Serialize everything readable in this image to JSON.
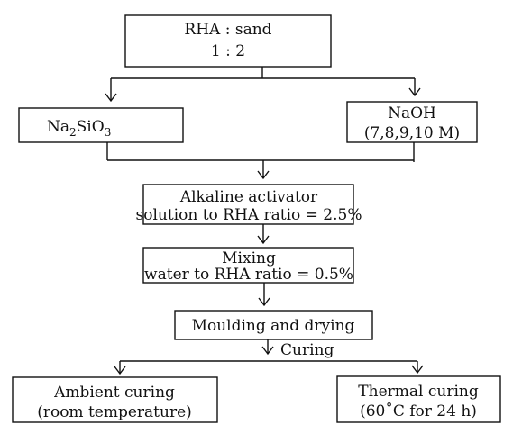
{
  "diagram": {
    "top": {
      "line1": "RHA : sand",
      "line2": "1 : 2"
    },
    "sodium_silicate": {
      "base": "Na",
      "sub1": "2",
      "mid": "SiO",
      "sub2": "3"
    },
    "naoh": {
      "line1": "NaOH",
      "line2": "(7,8,9,10 M)"
    },
    "activator": {
      "line1": "Alkaline activator",
      "line2": "solution to RHA ratio = 2.5%"
    },
    "mixing": {
      "line1": "Mixing",
      "line2": "water to RHA ratio = 0.5%"
    },
    "moulding": {
      "label": "Moulding and drying"
    },
    "curing_label": "Curing",
    "ambient": {
      "line1": "Ambient curing",
      "line2": "(room temperature)"
    },
    "thermal": {
      "line1": "Thermal curing",
      "line2": "(60˚C for 24 h)"
    }
  },
  "colors": {
    "stroke": "#111111",
    "background": "#ffffff"
  }
}
